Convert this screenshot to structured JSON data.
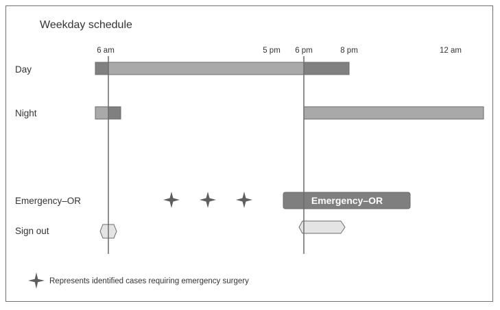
{
  "title": "Weekday schedule",
  "time_ticks": [
    "6 am",
    "5 pm",
    "6 pm",
    "8 pm",
    "12 am"
  ],
  "rows": {
    "day": "Day",
    "night": "Night",
    "emergency_or": "Emergency–OR",
    "sign_out": "Sign out"
  },
  "emergency_bar_label": "Emergency–OR",
  "legend": {
    "icon": "four-point-star-icon",
    "text": "Represents identified cases requiring emergency surgery"
  },
  "colors": {
    "light_bar": "#a9a9a9",
    "dark_bar": "#808080",
    "emergency_bar": "#7f7f7f",
    "signout_fill": "#e4e4e4",
    "star": "#5f5f5f",
    "line": "#6a6a6a"
  }
}
